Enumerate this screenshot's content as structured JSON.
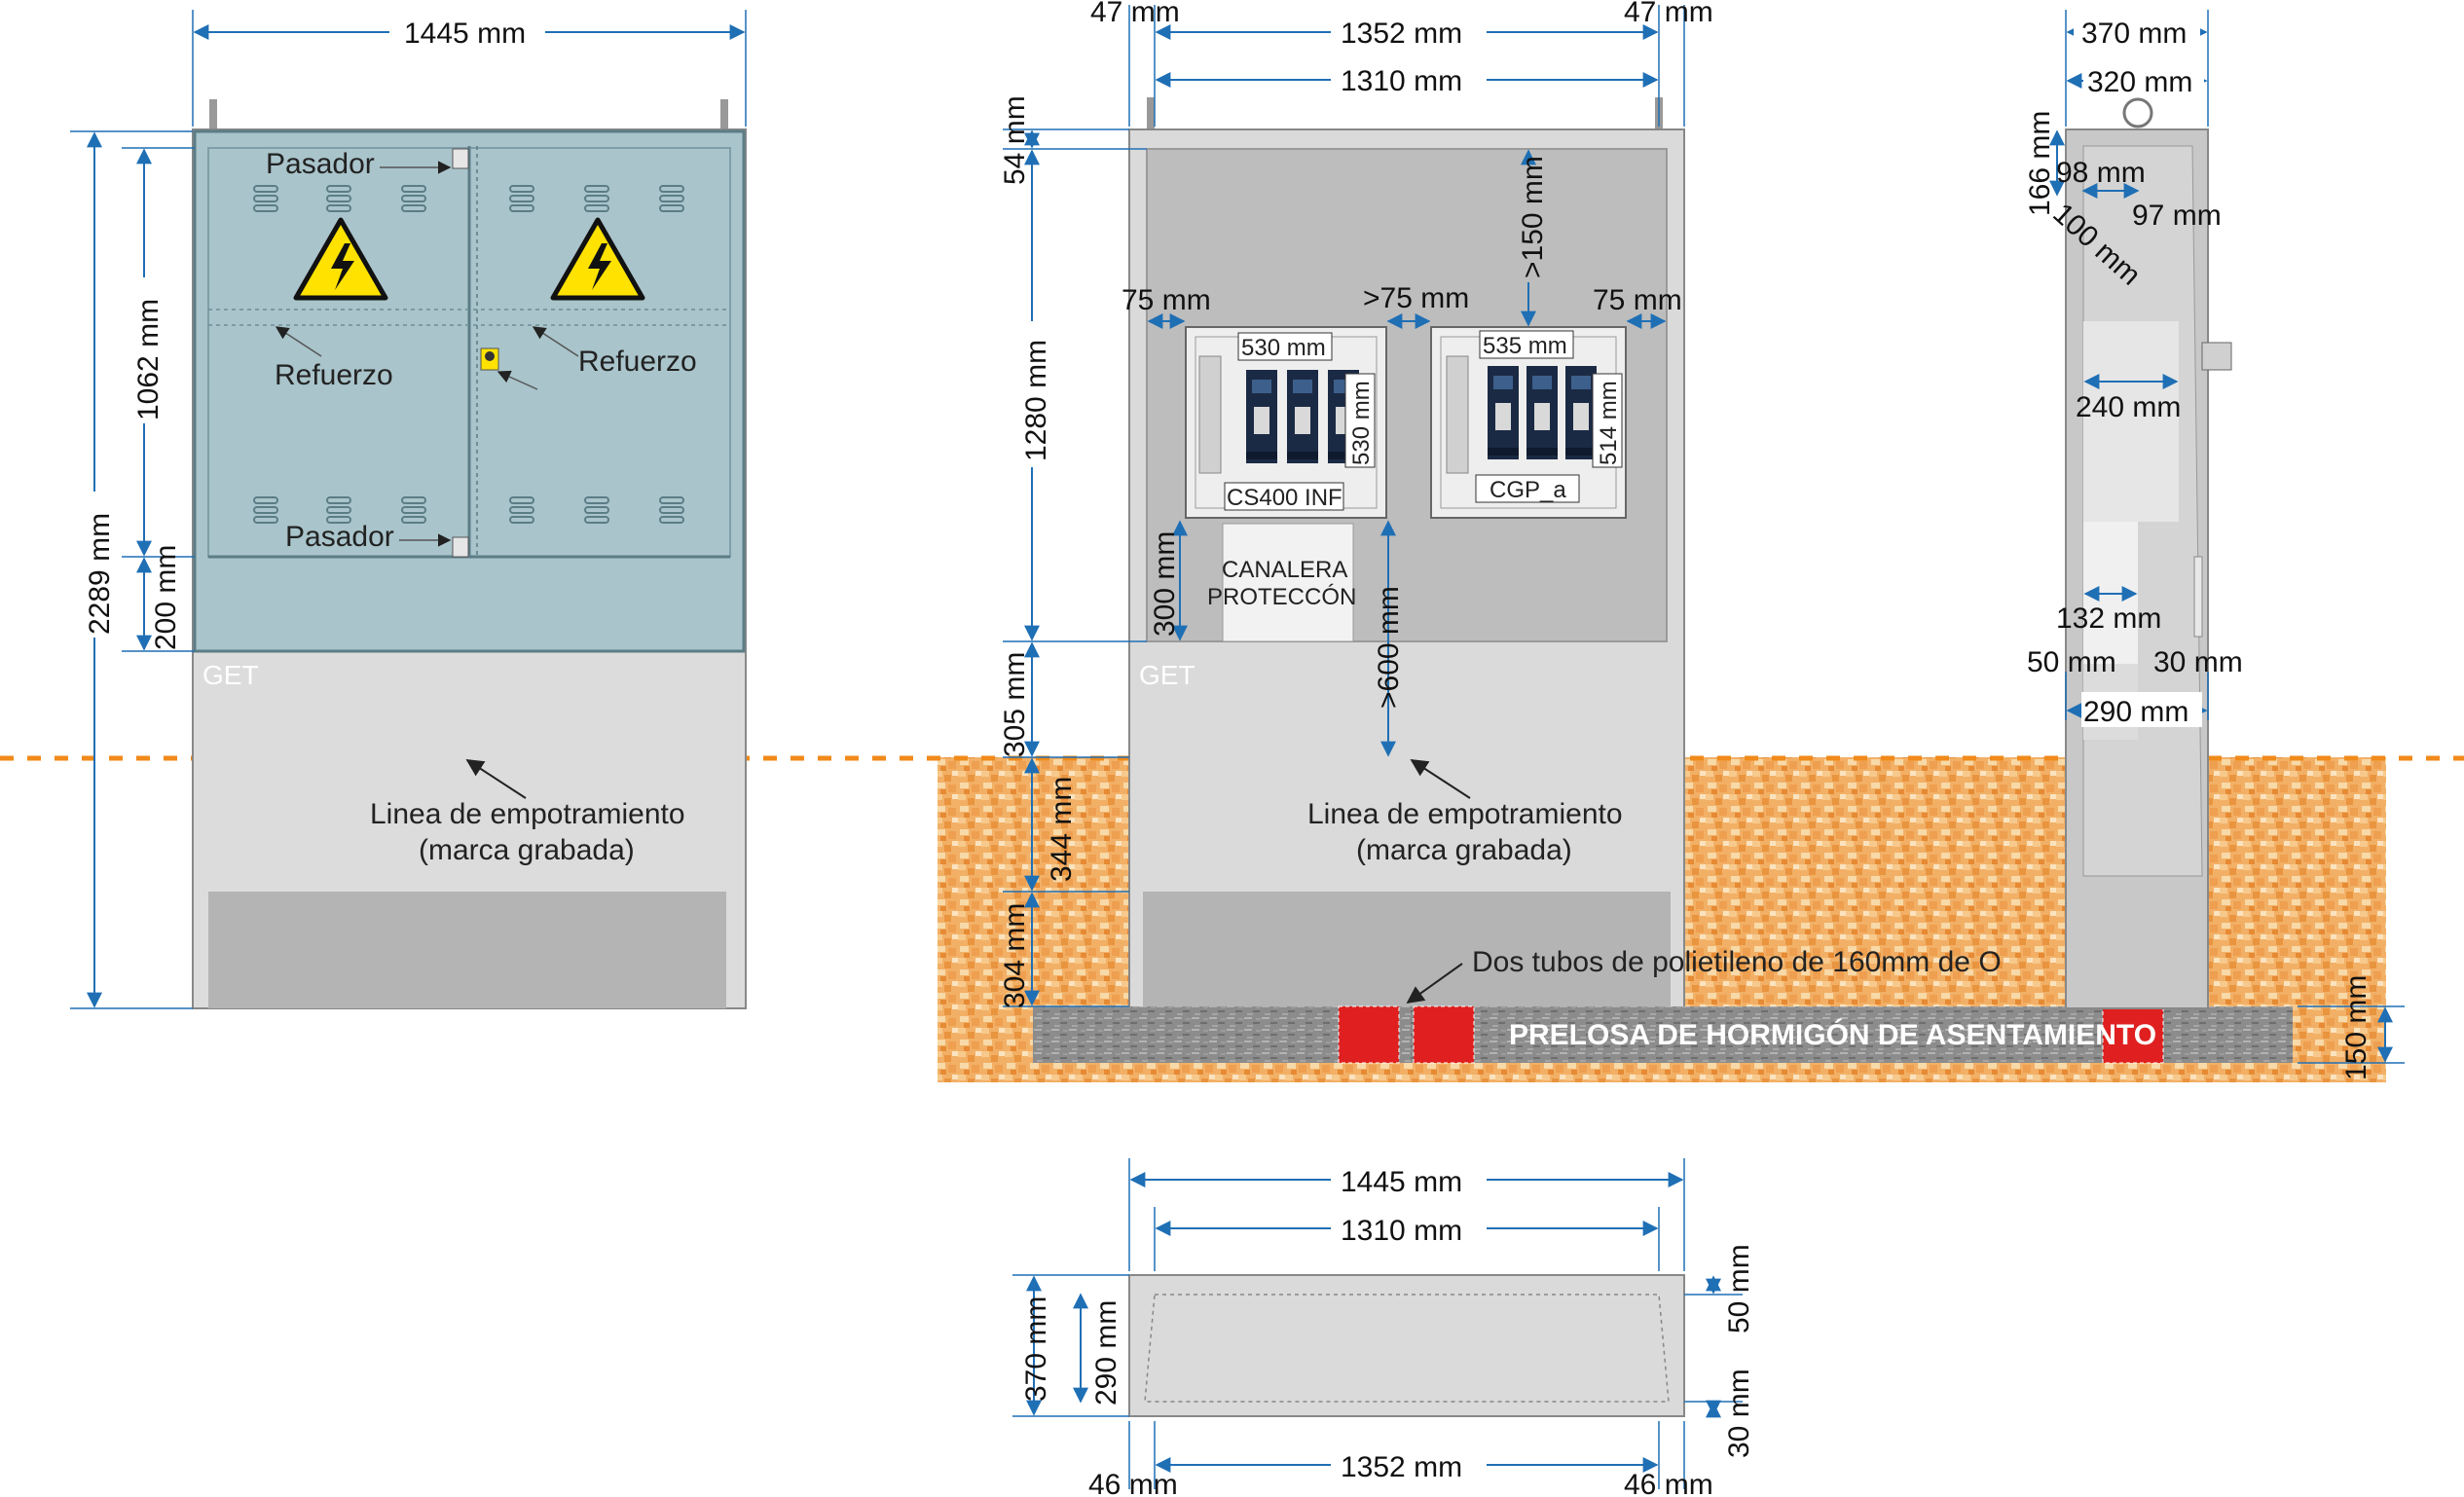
{
  "left_view": {
    "width_dim": "1445 mm",
    "height_total": "2289 mm",
    "height_upper": "1062 mm",
    "height_lower": "200 mm",
    "labels": {
      "pasador_top": "Pasador",
      "pasador_bottom": "Pasador",
      "refuerzo_left": "Refuerzo",
      "refuerzo_right": "Refuerzo",
      "get": "GET",
      "linea": "Linea de empotramiento",
      "marca": "(marca grabada)"
    }
  },
  "front_view": {
    "dims": {
      "left_margin": "47 mm",
      "inner_width": "1352 mm",
      "right_margin": "47 mm",
      "inner_clear": "1310 mm",
      "top_gap": "54 mm",
      "height_1280": "1280 mm",
      "height_305": "305 mm",
      "height_344": "344 mm",
      "height_304": "304 mm",
      "gap_left": "75 mm",
      "gap_mid": ">75 mm",
      "gap_right": "75 mm",
      "gap_top": ">150 mm",
      "h_300": "300 mm",
      "h_600": ">600 mm",
      "cs_width": "530 mm",
      "cs_height": "530 mm",
      "cgp_width": "535 mm",
      "cgp_height": "514 mm",
      "slab_height": "150 mm"
    },
    "labels": {
      "cs": "CS400 INF",
      "cgp": "CGP_a",
      "canalera_1": "CANALERA",
      "canalera_2": "PROTECCÓN",
      "get": "GET",
      "linea": "Linea de empotramiento",
      "marca": "(marca grabada)",
      "tubos": "Dos tubos de polietileno de 160mm de O",
      "prelosa": "PRELOSA DE HORMIGÓN DE ASENTAMIENTO"
    }
  },
  "side_view": {
    "dims": {
      "w370": "370 mm",
      "w320": "320 mm",
      "h166": "166 mm",
      "d98": "98 mm",
      "d97": "97 mm",
      "d100": "100 mm",
      "d240": "240 mm",
      "d132": "132 mm",
      "d50": "50 mm",
      "d30": "30 mm",
      "d290": "290 mm"
    }
  },
  "plan_view": {
    "dims": {
      "w1445": "1445 mm",
      "w1310": "1310 mm",
      "d370": "370 mm",
      "d290": "290 mm",
      "d50": "50 mm",
      "d30": "30 mm",
      "w1352": "1352 mm",
      "m46_left": "46 mm",
      "m46_right": "46 mm"
    }
  },
  "colors": {
    "dimension_line": "#1f6fb5",
    "cabinet_door": "#a9c4cb",
    "concrete": "#dadada",
    "ground": "#f0a550",
    "tube_red": "#e02020",
    "slab": "#8f8f8f"
  },
  "icons": [
    "high-voltage-warning-icon"
  ]
}
